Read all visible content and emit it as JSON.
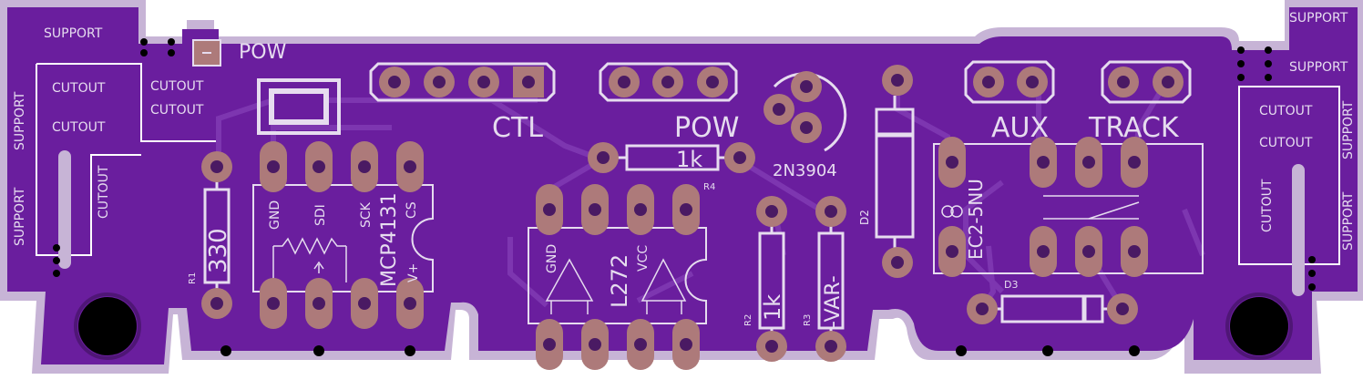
{
  "colors": {
    "board": "#6a1e9e",
    "board_dark": "#4f1676",
    "trace": "#7d36b0",
    "silk": "#e6dcef",
    "pad": "#ad7a7a",
    "hole": "#4a1a63",
    "outline": "#c7b4d6"
  },
  "labels": {
    "support_tl": "SUPPORT",
    "support_left_1": "SUPPORT",
    "support_left_2": "SUPPORT",
    "cutout_1": "CUTOUT",
    "cutout_2": "CUTOUT",
    "cutout_3": "CUTOUT",
    "cutout_4": "CUTOUT",
    "cutout_vert_left": "CUTOUT",
    "support_tr": "SUPPORT",
    "support_tr2": "SUPPORT",
    "cutout_r1": "CUTOUT",
    "cutout_r2": "CUTOUT",
    "cutout_vert_right": "CUTOUT",
    "support_right_1": "SUPPORT",
    "support_right_2": "SUPPORT",
    "pow_led": "POW",
    "ctl": "CTL",
    "pow_header": "POW",
    "aux": "AUX",
    "track": "TRACK",
    "transistor": "2N3904",
    "r4_value": "1k",
    "r4_ref": "R4",
    "r1_value": "330",
    "r1_ref": "R1",
    "r2_value": "1k",
    "r2_ref": "R2",
    "r3_value": "-VAR-",
    "r3_ref": "R3",
    "d2_ref": "D2",
    "d3_ref": "D3",
    "relay": "EC2-5NU",
    "pot_chip": "MCP4131",
    "pot_gnd": "GND",
    "pot_sdi": "SDI",
    "pot_sck": "SCK",
    "pot_cs": "CS",
    "pot_vplus": "V+",
    "opamp_chip": "L272",
    "opamp_gnd": "GND",
    "opamp_vcc": "VCC"
  }
}
